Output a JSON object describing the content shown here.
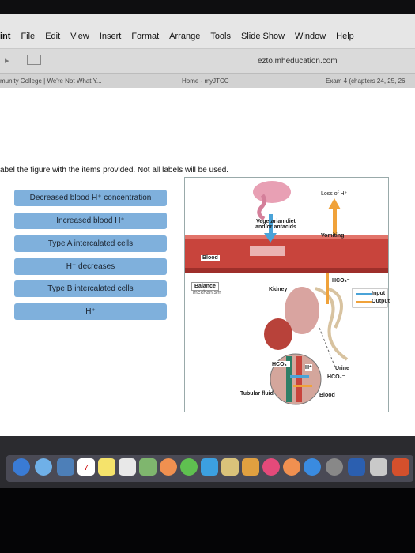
{
  "menu": [
    "int",
    "File",
    "Edit",
    "View",
    "Insert",
    "Format",
    "Arrange",
    "Tools",
    "Slide Show",
    "Window",
    "Help"
  ],
  "browser": {
    "url": "ezto.mheducation.com",
    "tabs": [
      "munity College | We're Not What Y...",
      "Home - myJTCC",
      "Exam 4 (chapters 24, 25, 26,"
    ]
  },
  "question": {
    "instruction": "abel the figure with the items provided.  Not all labels will be used."
  },
  "labels": [
    "Decreased blood H⁺ concentration",
    "Increased blood H⁺",
    "Type A intercalated cells",
    "H⁺ decreases",
    "Type B intercalated cells",
    "H⁺"
  ],
  "figure": {
    "loss": "Loss of H⁺",
    "diet": "Vegetarian diet and/or antacids",
    "vomiting": "Vomiting",
    "blood": "Blood",
    "balance": "Balance",
    "mechanism": "mechanism",
    "kidney": "Kidney",
    "hco3_top": "HCO₃⁻",
    "input": "Input",
    "output": "Output",
    "hco3_circle": "HCO₃⁻",
    "h_circle": "H⁺",
    "urine": "Urine",
    "urine_hco3": "HCO₃⁻",
    "tubular": "Tubular fluid",
    "blood_bottom": "Blood"
  },
  "dock": {
    "calendar_day": "7"
  },
  "colors": {
    "label_bg": "#7fb0dc",
    "blood_red": "#c8443c",
    "arrow_orange": "#f0a23a",
    "arrow_blue": "#4aa3d8"
  }
}
